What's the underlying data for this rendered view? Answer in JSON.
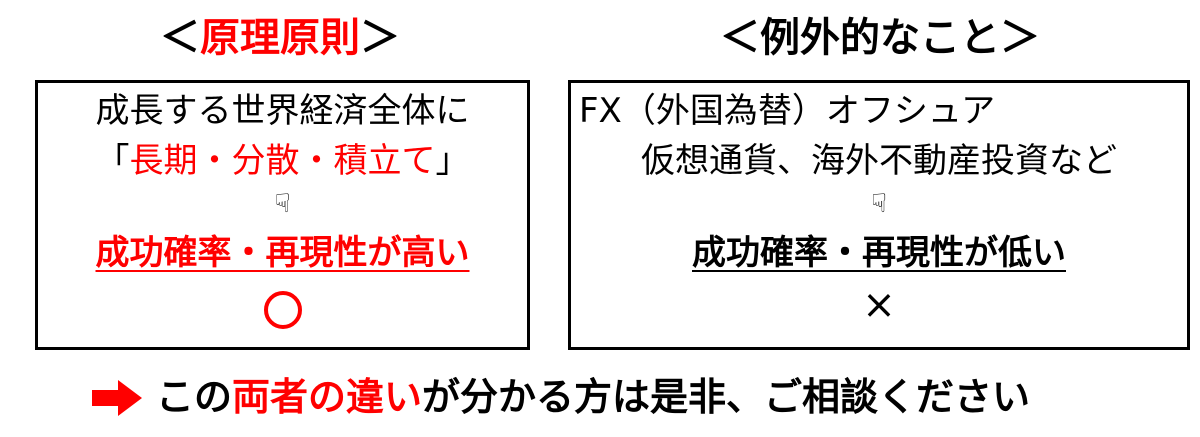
{
  "left": {
    "heading_open": "＜",
    "heading": "原理原則",
    "heading_close": "＞",
    "line1": "成長する世界経済全体に",
    "line2_open": "「",
    "line2_red": "長期・分散・積立て",
    "line2_close": "」",
    "finger": "☟",
    "result": "成功確率・再現性が高い",
    "mark": "〇"
  },
  "right": {
    "heading_open": "＜",
    "heading": "例外的なこと",
    "heading_close": "＞",
    "line1": "FX（外国為替）オフシュア",
    "line2": "仮想通貨、海外不動産投資など",
    "finger": "☟",
    "result": "成功確率・再現性が低い",
    "mark": "×"
  },
  "bottom": {
    "part1": "この",
    "part2_red": "両者の違い",
    "part3": "が分かる方は是非、ご相談ください"
  },
  "colors": {
    "accent": "#ff0000",
    "text": "#000000",
    "border": "#000000"
  }
}
